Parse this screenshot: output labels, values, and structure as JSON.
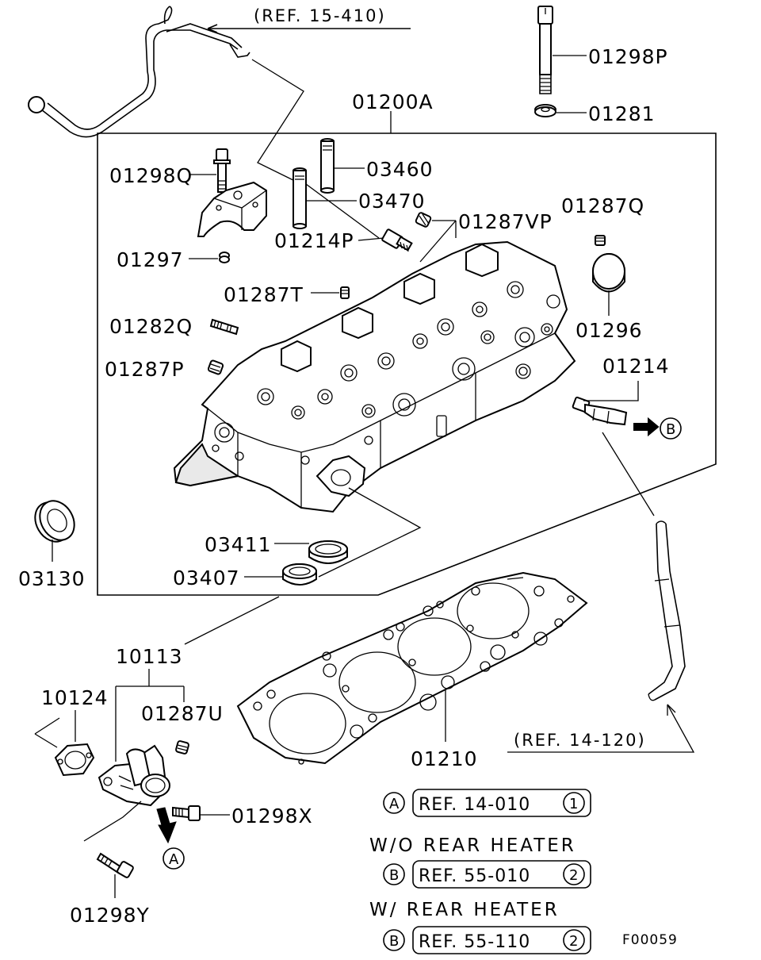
{
  "diagram": {
    "refs": {
      "top": "(REF. 15-410)",
      "right": "(REF. 14-120)"
    },
    "labels": {
      "p01298P": "01298P",
      "p01281": "01281",
      "p01200A": "01200A",
      "p03460": "03460",
      "p01298Q": "01298Q",
      "p03470": "03470",
      "p01287VP": "01287VP",
      "p01287Q": "01287Q",
      "p01214P": "01214P",
      "p01297": "01297",
      "p01287T": "01287T",
      "p01296": "01296",
      "p01282Q": "01282Q",
      "p01214": "01214",
      "p01287P": "01287P",
      "p03411": "03411",
      "p03130": "03130",
      "p03407": "03407",
      "p10113": "10113",
      "p10124": "10124",
      "p01287U": "01287U",
      "p01210": "01210",
      "p01298X": "01298X",
      "p01298Y": "01298Y"
    },
    "markers": {
      "a": "A",
      "b": "B"
    },
    "legend": {
      "row1_ref": "REF. 14-010",
      "row1_num": "1",
      "heading_without": "W/O  REAR  HEATER",
      "row2_ref": "REF. 55-010",
      "row2_num": "2",
      "heading_with": "W/  REAR  HEATER",
      "row3_ref": "REF. 55-110",
      "row3_num": "2"
    },
    "figure_code": "F00059"
  }
}
